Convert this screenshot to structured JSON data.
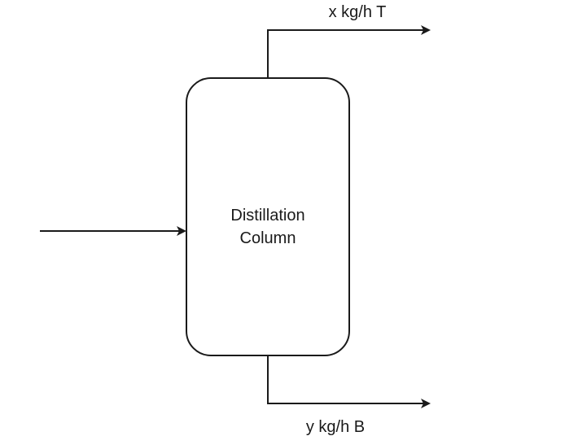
{
  "diagram": {
    "type": "process-flow",
    "nodes": [
      {
        "id": "column",
        "label_lines": [
          "Distillation",
          "Column"
        ],
        "shape": "rounded-rectangle"
      }
    ],
    "edges": [
      {
        "id": "feed",
        "from": "external",
        "to": "column",
        "label": ""
      },
      {
        "id": "top",
        "from": "column",
        "to": "external",
        "label": "x kg/h T"
      },
      {
        "id": "bottom",
        "from": "column",
        "to": "external",
        "label": "y kg/h B"
      }
    ],
    "colors": {
      "stroke": "#1a1a1a",
      "background": "#ffffff"
    }
  }
}
